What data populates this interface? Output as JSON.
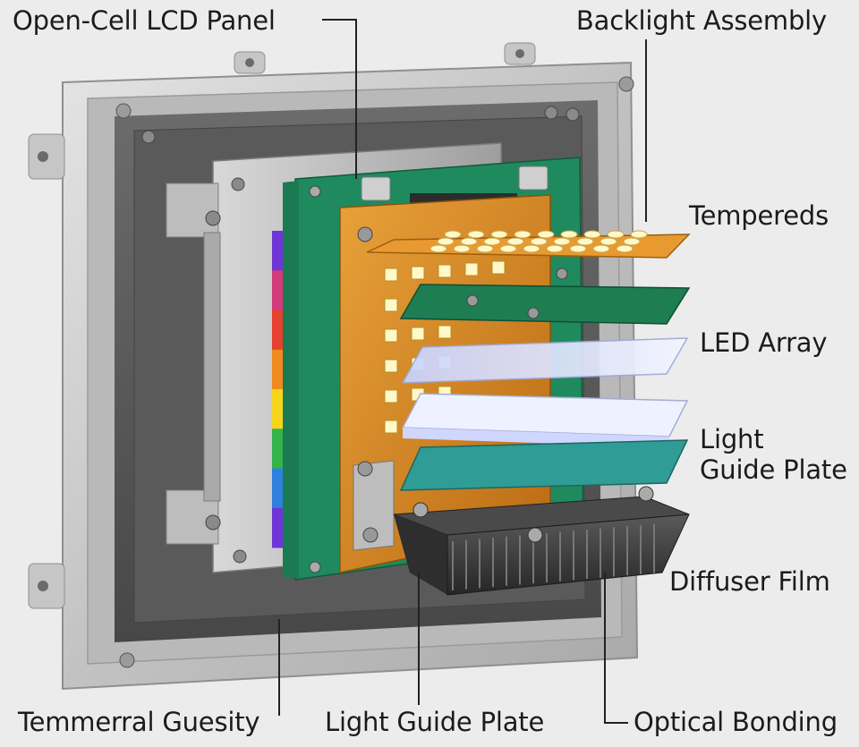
{
  "diagram": {
    "labels": {
      "open_cell_lcd_panel": "Open-Cell LCD Panel",
      "backlight_assembly": "Backlight Assembly",
      "tempereds": "Tempereds",
      "led_array": "LED Array",
      "light_guide_plate_right": [
        "Light",
        "Guide Plate"
      ],
      "diffuser_film": "Diffuser Film",
      "temmerral_guesity": "Temmerral Guesity",
      "light_guide_plate_bottom": "Light Guide Plate",
      "optical_bonding": "Optical Bonding"
    },
    "colors": {
      "background": "#ececec",
      "frame": "#c9c9c9",
      "frame_dark": "#8f8f8f",
      "circuit_board": "#1f8a5e",
      "flex_circuit": "#d98a1f",
      "led": "#fff8c8",
      "light_guide": "#dfe6ff",
      "diffuser": "#2f9c95",
      "heatsink": "#3b3b3b",
      "leader_line": "#222222"
    },
    "spectrum_colors": [
      "#6f35d6",
      "#d23a7a",
      "#e6402f",
      "#f08a1e",
      "#f5d51c",
      "#36b24a",
      "#2f7fdc",
      "#6f35d6"
    ]
  }
}
